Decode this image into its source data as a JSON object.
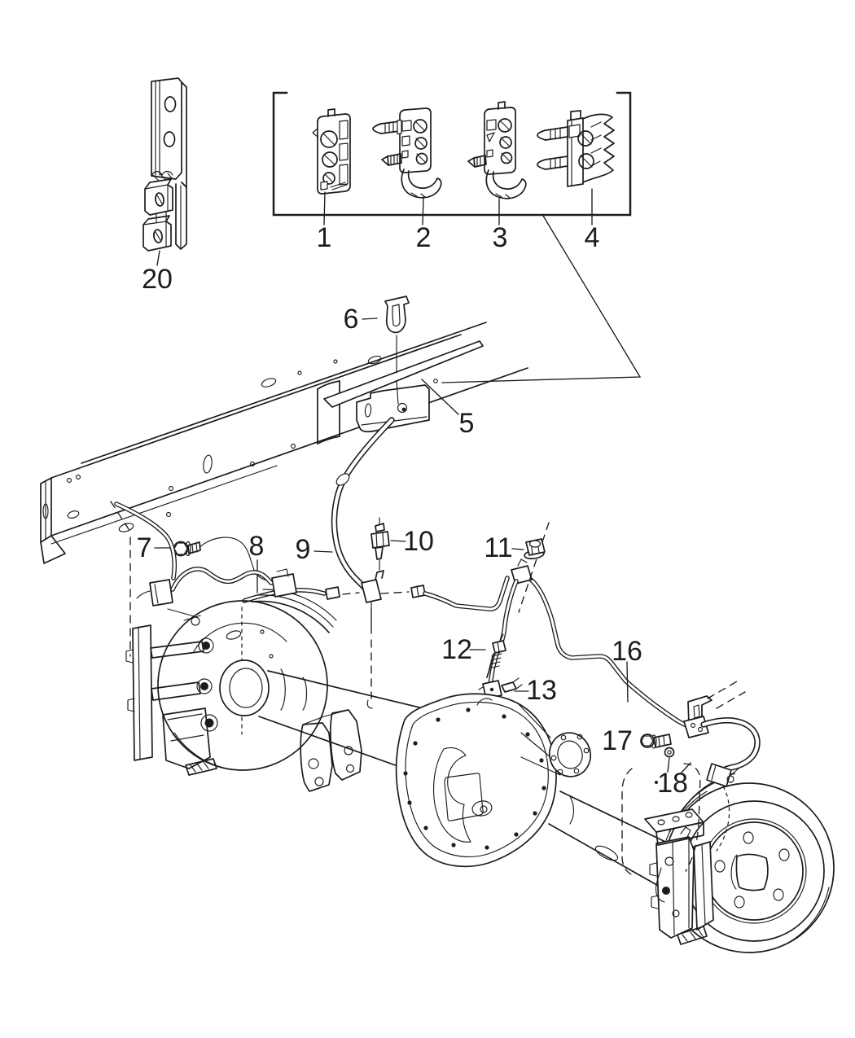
{
  "diagram": {
    "background_color": "#ffffff",
    "line_color": "#1c1c1c",
    "callouts": [
      {
        "label": "1"
      },
      {
        "label": "2"
      },
      {
        "label": "3"
      },
      {
        "label": "4"
      },
      {
        "label": "5"
      },
      {
        "label": "6"
      },
      {
        "label": "7"
      },
      {
        "label": "8"
      },
      {
        "label": "9"
      },
      {
        "label": "10"
      },
      {
        "label": "11"
      },
      {
        "label": "12"
      },
      {
        "label": "13"
      },
      {
        "label": "16"
      },
      {
        "label": "17"
      },
      {
        "label": "18"
      },
      {
        "label": "20"
      }
    ]
  }
}
